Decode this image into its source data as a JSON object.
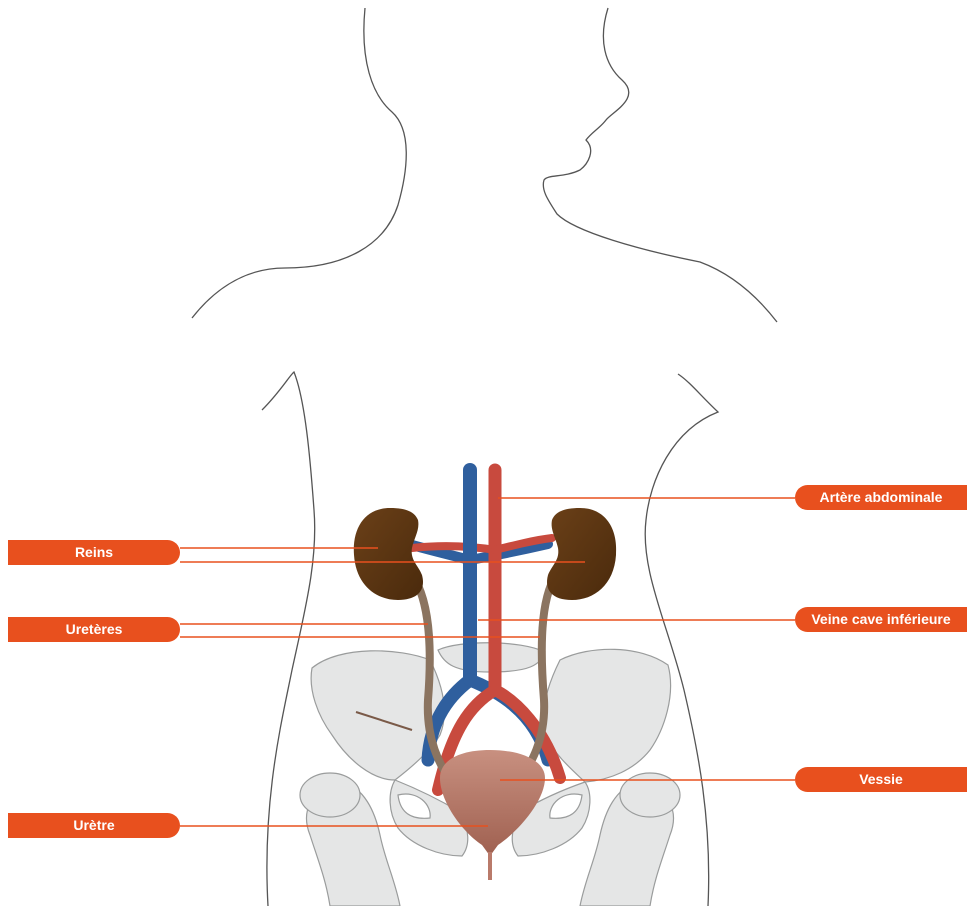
{
  "labels": {
    "reins": "Reins",
    "ureteres": "Uretères",
    "uretre": "Urètre",
    "artere": "Artère abdominale",
    "veine": "Veine cave inférieure",
    "vessie": "Vessie"
  },
  "colors": {
    "label_bg": "#e8501e",
    "label_text": "#ffffff",
    "leader_line": "#e8501e",
    "outline": "#555555",
    "kidney": "#5a3410",
    "artery": "#c84a3e",
    "vein": "#2f5f9e",
    "ureter": "#8b7460",
    "bladder": "#b97a6a",
    "bone": "#e5e6e6",
    "bone_edge": "#9a9c9c"
  }
}
